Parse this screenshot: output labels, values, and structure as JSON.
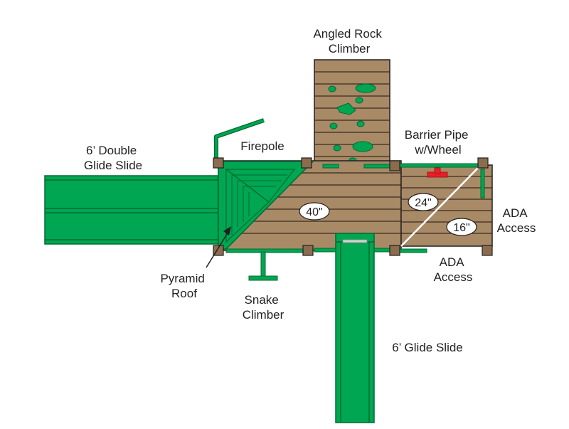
{
  "colors": {
    "wood": "#a88a67",
    "wood_dark": "#8b6d4e",
    "plank_line": "#3a2a1c",
    "green": "#00a651",
    "green_dark": "#006b33",
    "barrier_red": "#ed1c24",
    "outline": "#231f20",
    "background": "#ffffff"
  },
  "labels": {
    "angled_rock_climber": [
      "Angled Rock",
      "Climber"
    ],
    "firepole": [
      "Firepole"
    ],
    "double_glide_slide": [
      "6’ Double",
      "Glide Slide"
    ],
    "barrier_pipe": [
      "Barrier Pipe",
      "w/Wheel"
    ],
    "ada_access_right": [
      "ADA",
      "Access"
    ],
    "ada_access_bottom": [
      "ADA",
      "Access"
    ],
    "pyramid_roof": [
      "Pyramid",
      "Roof"
    ],
    "snake_climber": [
      "Snake",
      "Climber"
    ],
    "glide_slide": [
      "6’ Glide Slide"
    ]
  },
  "dimensions": {
    "main_deck": "40\"",
    "upper_ramp": "24\"",
    "lower_ramp": "16\""
  },
  "icons": {
    "rock_hold": "rock-hold-icon",
    "steering_wheel": "steering-wheel-icon"
  }
}
